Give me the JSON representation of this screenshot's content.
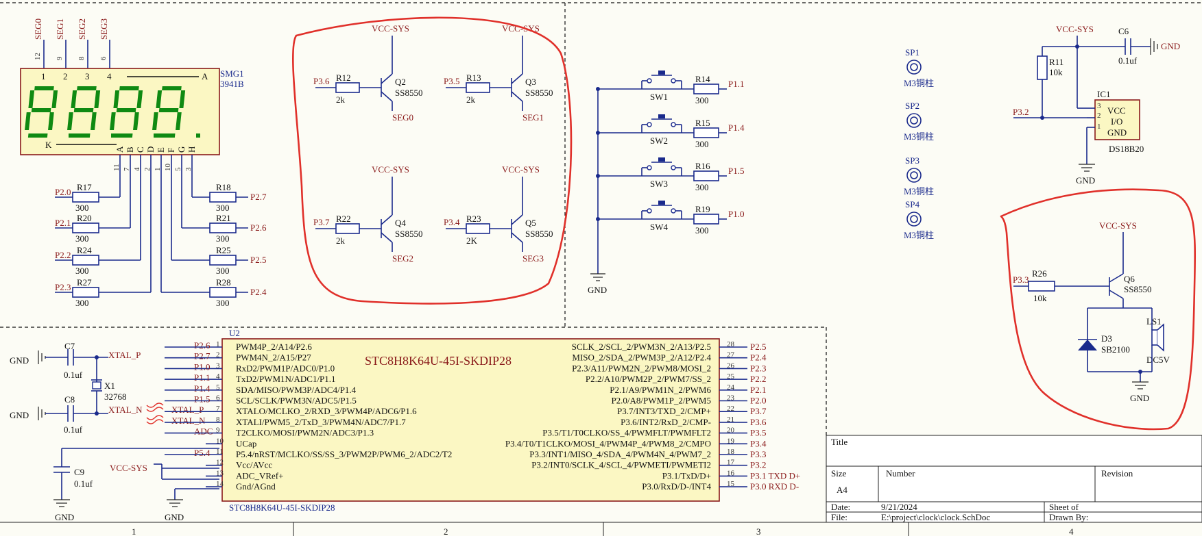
{
  "display": {
    "seg_labels": [
      "SEG0",
      "SEG1",
      "SEG2",
      "SEG3"
    ],
    "seg_pins": [
      "12",
      "9",
      "8",
      "6"
    ],
    "top_pins": [
      "1",
      "2",
      "3",
      "4"
    ],
    "ref": "SMG1",
    "part": "3941B",
    "a_label": "A",
    "k_label": "K",
    "bottom_letters": [
      "A",
      "B",
      "C",
      "D",
      "E",
      "F",
      "G",
      "H"
    ],
    "bottom_pins": [
      "11",
      "7",
      "4",
      "2",
      "1",
      "10",
      "5",
      "3"
    ],
    "left_nets": [
      "P2.0",
      "P2.1",
      "P2.2",
      "P2.3"
    ],
    "left_refs": [
      "R17",
      "R20",
      "R24",
      "R27"
    ],
    "right_nets": [
      "P2.7",
      "P2.6",
      "P2.5",
      "P2.4"
    ],
    "right_refs": [
      "R18",
      "R21",
      "R25",
      "R28"
    ],
    "res_value": "300"
  },
  "drivers": [
    {
      "net": "P3.6",
      "res": "R12",
      "val": "2k",
      "q": "Q2",
      "part": "SS8550",
      "seg": "SEG0",
      "vcc": "VCC-SYS"
    },
    {
      "net": "P3.5",
      "res": "R13",
      "val": "2k",
      "q": "Q3",
      "part": "SS8550",
      "seg": "SEG1",
      "vcc": "VCC-SYS"
    },
    {
      "net": "P3.7",
      "res": "R22",
      "val": "2k",
      "q": "Q4",
      "part": "SS8550",
      "seg": "SEG2",
      "vcc": "VCC-SYS"
    },
    {
      "net": "P3.4",
      "res": "R23",
      "val": "2K",
      "q": "Q5",
      "part": "SS8550",
      "seg": "SEG3",
      "vcc": "VCC-SYS"
    }
  ],
  "switches": [
    {
      "sw": "SW1",
      "res": "R14",
      "val": "300",
      "net": "P1.1"
    },
    {
      "sw": "SW2",
      "res": "R15",
      "val": "300",
      "net": "P1.4"
    },
    {
      "sw": "SW3",
      "res": "R16",
      "val": "300",
      "net": "P1.5"
    },
    {
      "sw": "SW4",
      "res": "R19",
      "val": "300",
      "net": "P1.0"
    }
  ],
  "sw_gnd": "GND",
  "standoffs": [
    {
      "ref": "SP1",
      "val": "M3铜柱"
    },
    {
      "ref": "SP2",
      "val": "M3铜柱"
    },
    {
      "ref": "SP3",
      "val": "M3铜柱"
    },
    {
      "ref": "SP4",
      "val": "M3铜柱"
    }
  ],
  "sensor": {
    "vcc": "VCC-SYS",
    "cap": "C6",
    "cap_val": "0.1uf",
    "gnd": "GND",
    "res": "R11",
    "res_val": "10k",
    "ref": "IC1",
    "part": "DS18B20",
    "pins": [
      "VCC",
      "I/O",
      "GND"
    ],
    "pin_nums": [
      "3",
      "2",
      "1"
    ],
    "net": "P3.2",
    "gnd2": "GND"
  },
  "buzzer": {
    "vcc": "VCC-SYS",
    "net": "P3.3",
    "res": "R26",
    "res_val": "10k",
    "q": "Q6",
    "q_part": "SS8550",
    "d": "D3",
    "d_part": "SB2100",
    "ls": "LS1",
    "ls_part": "DC5V",
    "gnd": "GND"
  },
  "mcu": {
    "ref": "U2",
    "name": "STC8H8K64U-45I-SKDIP28",
    "bottom_name": "STC8H8K64U-45I-SKDIP28",
    "left_pins": [
      {
        "num": "1",
        "name": "PWM4P_2/A14/P2.6",
        "net": "P2.6"
      },
      {
        "num": "2",
        "name": "PWM4N_2/A15/P27",
        "net": "P2.7"
      },
      {
        "num": "3",
        "name": "RxD2/PWM1P/ADC0/P1.0",
        "net": "P1.0"
      },
      {
        "num": "4",
        "name": "TxD2/PWM1N/ADC1/P1.1",
        "net": "P1.1"
      },
      {
        "num": "5",
        "name": "SDA/MISO/PWM3P/ADC4/P1.4",
        "net": "P1.4"
      },
      {
        "num": "6",
        "name": "SCL/SCLK/PWM3N/ADC5/P1.5",
        "net": "P1.5"
      },
      {
        "num": "7",
        "name": "XTALO/MCLKO_2/RXD_3/PWM4P/ADC6/P1.6",
        "net": "XTAL_P"
      },
      {
        "num": "8",
        "name": "XTALI/PWM5_2/TxD_3/PWM4N/ADC7/P1.7",
        "net": "XTAL_N"
      },
      {
        "num": "9",
        "name": "T2CLKO/MOSI/PWM2N/ADC3/P1.3",
        "net": "ADC"
      },
      {
        "num": "10",
        "name": "UCap",
        "net": ""
      },
      {
        "num": "11",
        "name": "P5.4/nRST/MCLKO/SS/SS_3/PWM2P/PWM6_2/ADC2/T2",
        "net": "P5.4"
      },
      {
        "num": "12",
        "name": "Vcc/AVcc",
        "net": ""
      },
      {
        "num": "13",
        "name": "ADC_VRef+",
        "net": ""
      },
      {
        "num": "14",
        "name": "Gnd/AGnd",
        "net": ""
      }
    ],
    "right_pins": [
      {
        "num": "28",
        "name": "SCLK_2/SCL_2/PWM3N_2/A13/P2.5",
        "net": "P2.5"
      },
      {
        "num": "27",
        "name": "MISO_2/SDA_2/PWM3P_2/A12/P2.4",
        "net": "P2.4"
      },
      {
        "num": "26",
        "name": "P2.3/A11/PWM2N_2/PWM8/MOSI_2",
        "net": "P2.3"
      },
      {
        "num": "25",
        "name": "P2.2/A10/PWM2P_2/PWM7/SS_2",
        "net": "P2.2"
      },
      {
        "num": "24",
        "name": "P2.1/A9/PWM1N_2/PWM6",
        "net": "P2.1"
      },
      {
        "num": "23",
        "name": "P2.0/A8/PWM1P_2/PWM5",
        "net": "P2.0"
      },
      {
        "num": "22",
        "name": "P3.7/INT3/TXD_2/CMP+",
        "net": "P3.7"
      },
      {
        "num": "21",
        "name": "P3.6/INT2/RxD_2/CMP-",
        "net": "P3.6"
      },
      {
        "num": "20",
        "name": "P3.5/T1/T0CLKO/SS_4/PWMFLT/PWMFLT2",
        "net": "P3.5"
      },
      {
        "num": "19",
        "name": "P3.4/T0/T1CLKO/MOSI_4/PWM4P_4/PWM8_2/CMPO",
        "net": "P3.4"
      },
      {
        "num": "18",
        "name": "P3.3/INT1/MISO_4/SDA_4/PWM4N_4/PWM7_2",
        "net": "P3.3"
      },
      {
        "num": "17",
        "name": "P3.2/INT0/SCLK_4/SCL_4/PWMETI/PWMETI2",
        "net": "P3.2"
      },
      {
        "num": "16",
        "name": "P3.1/TxD/D+",
        "net": "P3.1 TXD D+"
      },
      {
        "num": "15",
        "name": "P3.0/RxD/D-/INT4",
        "net": "P3.0 RXD D-"
      }
    ]
  },
  "crystal": {
    "c7": "C7",
    "c7_val": "0.1uf",
    "c8": "C8",
    "c8_val": "0.1uf",
    "x": "X1",
    "x_val": "32768",
    "xp": "XTAL_P",
    "xn": "XTAL_N",
    "gnd": "GND"
  },
  "power": {
    "c9": "C9",
    "c9_val": "0.1uf",
    "vcc": "VCC-SYS",
    "gnd": "GND"
  },
  "title_block": {
    "title": "Title",
    "size": "Size",
    "size_val": "A4",
    "number": "Number",
    "revision": "Revision",
    "date_label": "Date:",
    "date": "9/21/2024",
    "sheet": "Sheet   of",
    "file_label": "File:",
    "file": "E:\\project\\clock\\clock.SchDoc",
    "drawn": "Drawn By:"
  },
  "zones": [
    "1",
    "2",
    "3",
    "4"
  ],
  "colors": {
    "wire": "#1a2a8c",
    "net": "#8a1a1a",
    "segment": "#0f8a12",
    "annotation": "#e0302a",
    "body": "#fbf7c3"
  }
}
